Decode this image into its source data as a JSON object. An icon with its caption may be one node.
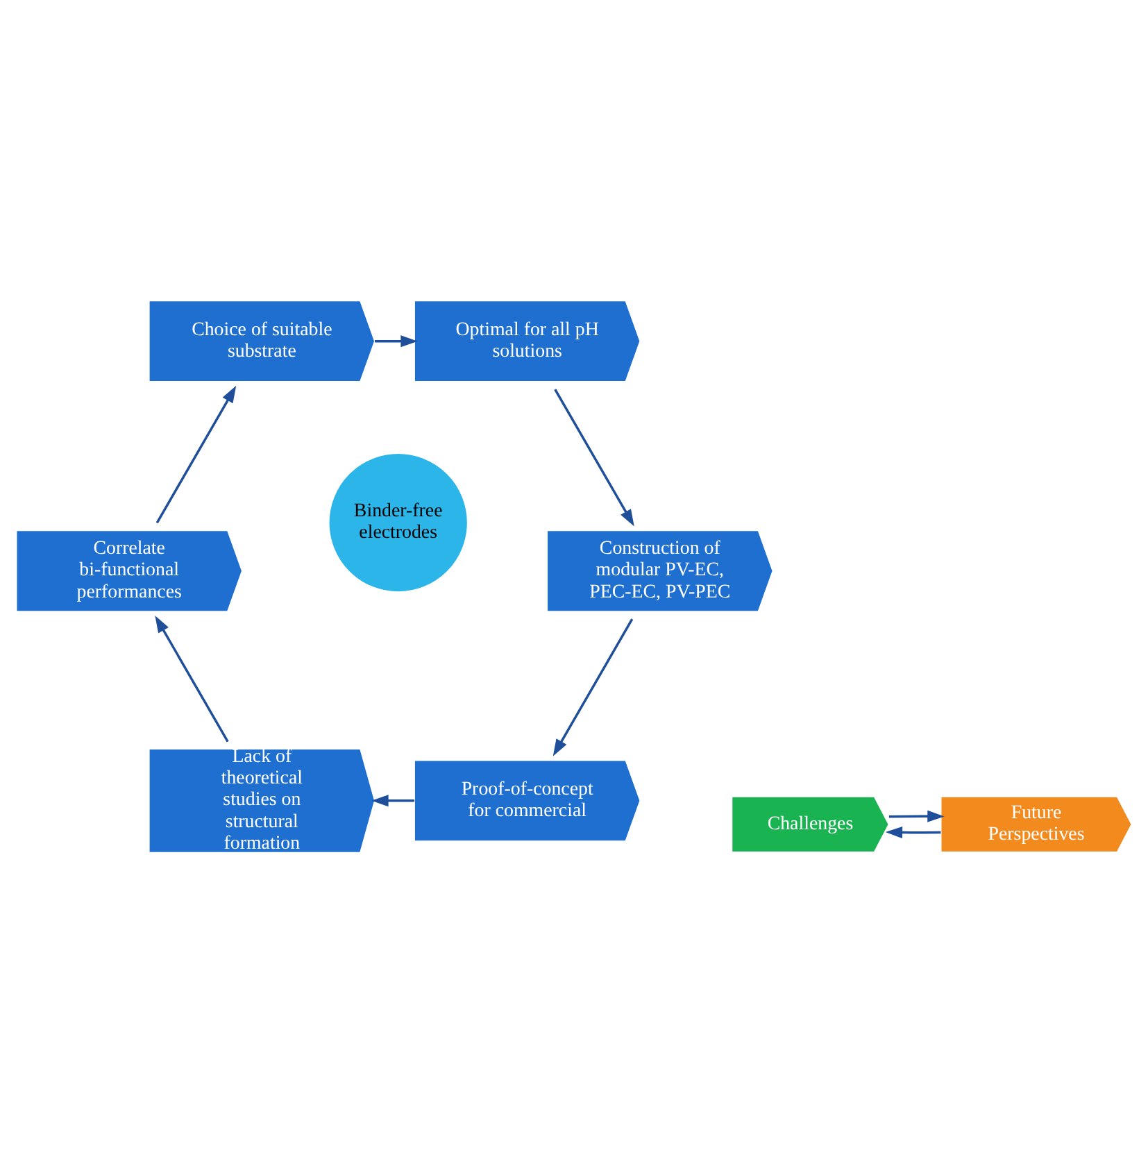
{
  "diagram": {
    "nodes": [
      {
        "text": [
          "Proof-of-concept for commercial"
        ]
      },
      {
        "text": [
          "Lack of theoretical studies on structural formation"
        ]
      },
      {
        "text": [
          "Correlate bi-functional performances"
        ]
      },
      {
        "text": [
          "Choice of suitable substrate"
        ]
      },
      {
        "text": [
          "Optimal for all pH solutions"
        ]
      },
      {
        "text": [
          "Construction of modular PV-EC, PEC-EC, PV-PEC"
        ]
      },
      {
        "text": [
          "Challenges"
        ]
      },
      {
        "text": [
          "Future Perspectives"
        ]
      },
      {
        "text": [
          "Binder-free electrodes"
        ]
      }
    ],
    "edges": [
      {
        "from": 0,
        "to": 1,
        "arrow": "to"
      },
      {
        "from": 1,
        "to": 2,
        "arrow": "to"
      },
      {
        "from": 2,
        "to": 3,
        "arrow": "to"
      },
      {
        "from": 3,
        "to": 4,
        "arrow": "to"
      },
      {
        "from": 4,
        "to": 5,
        "arrow": "to"
      },
      {
        "from": 5,
        "to": 0,
        "arrow": "to"
      },
      {
        "from": 6,
        "to": 7,
        "arrow": "to"
      },
      {
        "from": 7,
        "to": 6,
        "arrow": "to"
      }
    ]
  }
}
